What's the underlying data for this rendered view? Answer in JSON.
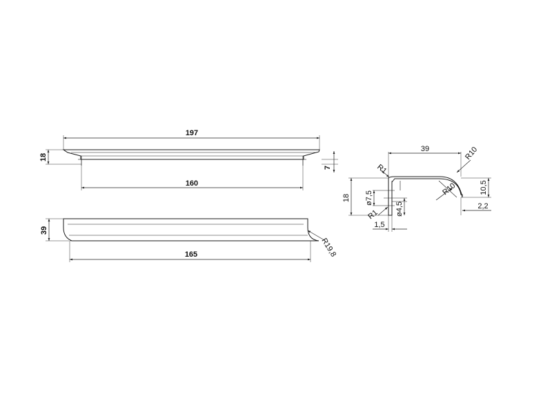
{
  "top_view": {
    "overall_length": "197",
    "hole_spacing": "160",
    "height": "18",
    "end_offset": "7"
  },
  "front_view": {
    "height": "39",
    "base_length": "165",
    "end_radius": "R19,8"
  },
  "profile": {
    "depth": "39",
    "height": "18",
    "tip_radius": "R10",
    "inner_radius": "R10",
    "corner_radius_top": "R1",
    "corner_radius_bottom": "R1",
    "hole_diameter_large": "ø7,5",
    "hole_diameter_small": "ø4,5",
    "wall_thickness": "1,5",
    "tip_height": "10,5",
    "tip_thickness": "2,2"
  }
}
